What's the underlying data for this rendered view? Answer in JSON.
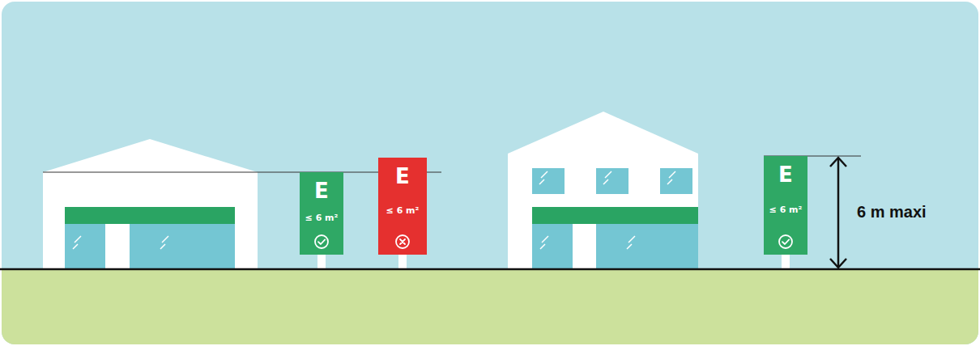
{
  "diagram": {
    "nodes": [
      {
        "text": [
          "E",
          "≤ 6 m²"
        ]
      },
      {
        "text": [
          "E",
          "≤ 6 m²"
        ]
      },
      {
        "text": [
          "E",
          "≤ 6 m²"
        ]
      }
    ],
    "labels": [
      "6 m maxi"
    ]
  }
}
